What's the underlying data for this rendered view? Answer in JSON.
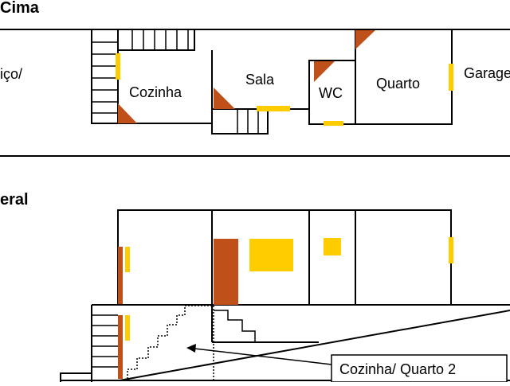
{
  "titles": {
    "top_plan": "Cima",
    "section": "eral"
  },
  "rooms": {
    "servico": "iço/",
    "cozinha": "Cozinha",
    "sala": "Sala",
    "wc": "WC",
    "quarto": "Quarto",
    "garagem": "Garage"
  },
  "callout": {
    "label": "Cozinha/ Quarto 2"
  },
  "colors": {
    "wall": "#000000",
    "window": "#ffcc00",
    "door": "#c0501a"
  }
}
